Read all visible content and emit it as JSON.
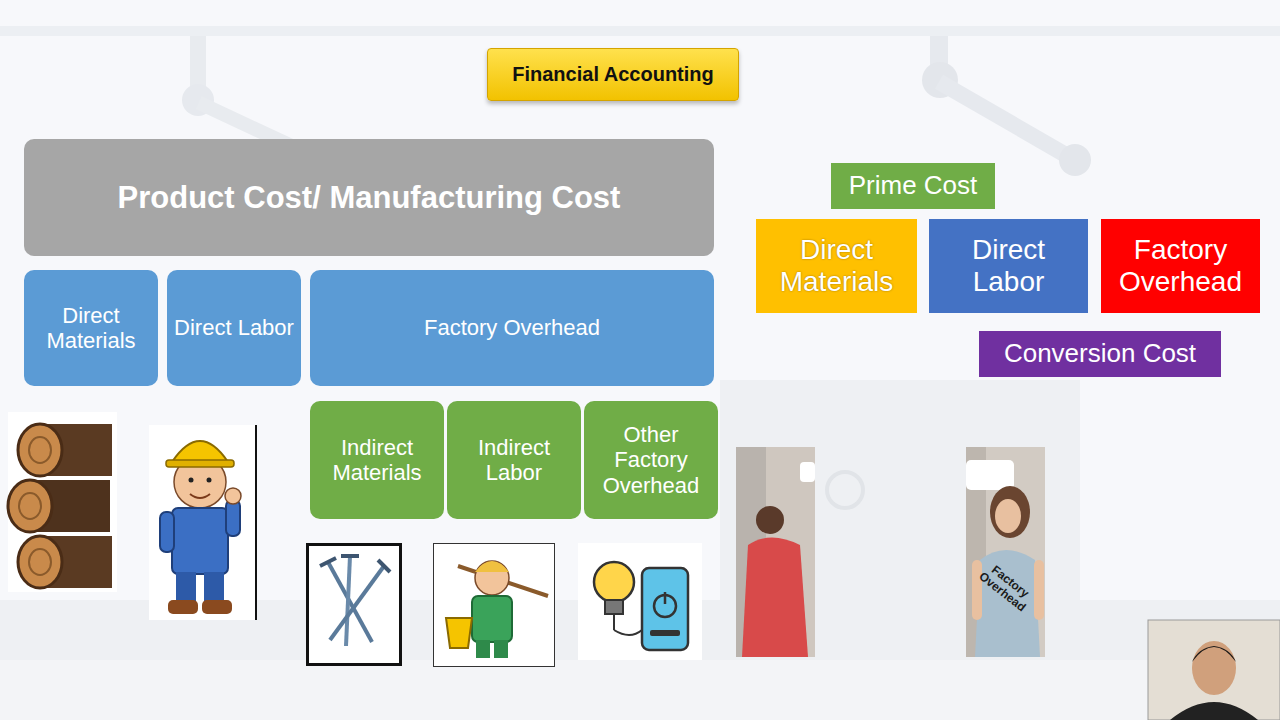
{
  "diagram": {
    "title": "Financial Accounting",
    "nodes": [
      {
        "text": [
          "Product Cost/ Manufacturing Cost"
        ]
      },
      {
        "text": [
          "Direct Materials"
        ]
      },
      {
        "text": [
          "Direct Labor"
        ]
      },
      {
        "text": [
          "Factory Overhead"
        ]
      },
      {
        "text": [
          "Indirect Materials"
        ]
      },
      {
        "text": [
          "Indirect Labor"
        ]
      },
      {
        "text": [
          "Other Factory Overhead"
        ]
      },
      {
        "text": [
          "Prime Cost"
        ]
      },
      {
        "text": [
          "Direct Materials"
        ]
      },
      {
        "text": [
          "Direct Labor"
        ]
      },
      {
        "text": [
          "Factory Overhead"
        ]
      },
      {
        "text": [
          "Conversion Cost"
        ]
      }
    ],
    "labels": [
      "Factory Overhead"
    ]
  }
}
